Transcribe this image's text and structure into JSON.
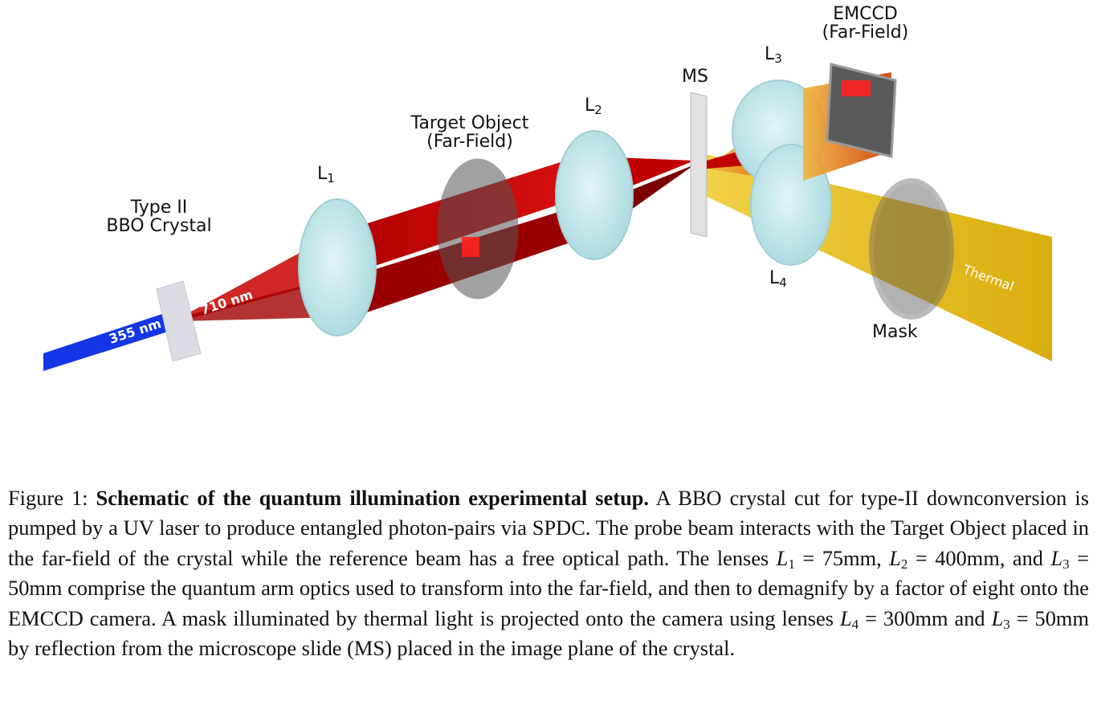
{
  "figure": {
    "labels": {
      "type_ii_line1": "Type II",
      "type_ii_line2": "BBO Crystal",
      "l1": "L",
      "l1_sub": "1",
      "target_line1": "Target Object",
      "target_line2": "(Far-Field)",
      "l2": "L",
      "l2_sub": "2",
      "ms": "MS",
      "l3": "L",
      "l3_sub": "3",
      "emccd_line1": "EMCCD",
      "emccd_line2": "(Far-Field)",
      "l4": "L",
      "l4_sub": "4",
      "mask": "Mask",
      "pump": "355 nm",
      "spdc": "710 nm",
      "thermal": "Thermal"
    },
    "colors": {
      "pump_beam": "#1436e6",
      "spdc_beam": "#c00000",
      "thermal_beam": "#e0b000",
      "lens": "#bfe6ea"
    }
  },
  "caption": {
    "figure_label": "Figure 1:",
    "title": "Schematic of the quantum illumination experimental setup.",
    "s1": "A BBO crystal cut for type-II downconversion is pumped by a UV laser to produce entangled photon-pairs via SPDC. The probe beam interacts with the Target Object placed in the far-field of the crystal while the reference beam has a free optical path. The lenses",
    "eq1": "= 75mm,",
    "eq2": "= 400mm, and",
    "eq3": "= 50mm",
    "s2": "comprise the quantum arm optics used to transform into the far-field, and then to demagnify by a factor of eight onto the EMCCD camera. A mask illuminated by thermal light is projected onto the camera using lenses",
    "eq4": "= 300mm and",
    "eq5": "= 50mm",
    "s3": "by reflection from the microscope slide (MS) placed in the image plane of the crystal.",
    "var_l": "L",
    "sub1": "1",
    "sub2": "2",
    "sub3": "3",
    "sub4": "4"
  }
}
